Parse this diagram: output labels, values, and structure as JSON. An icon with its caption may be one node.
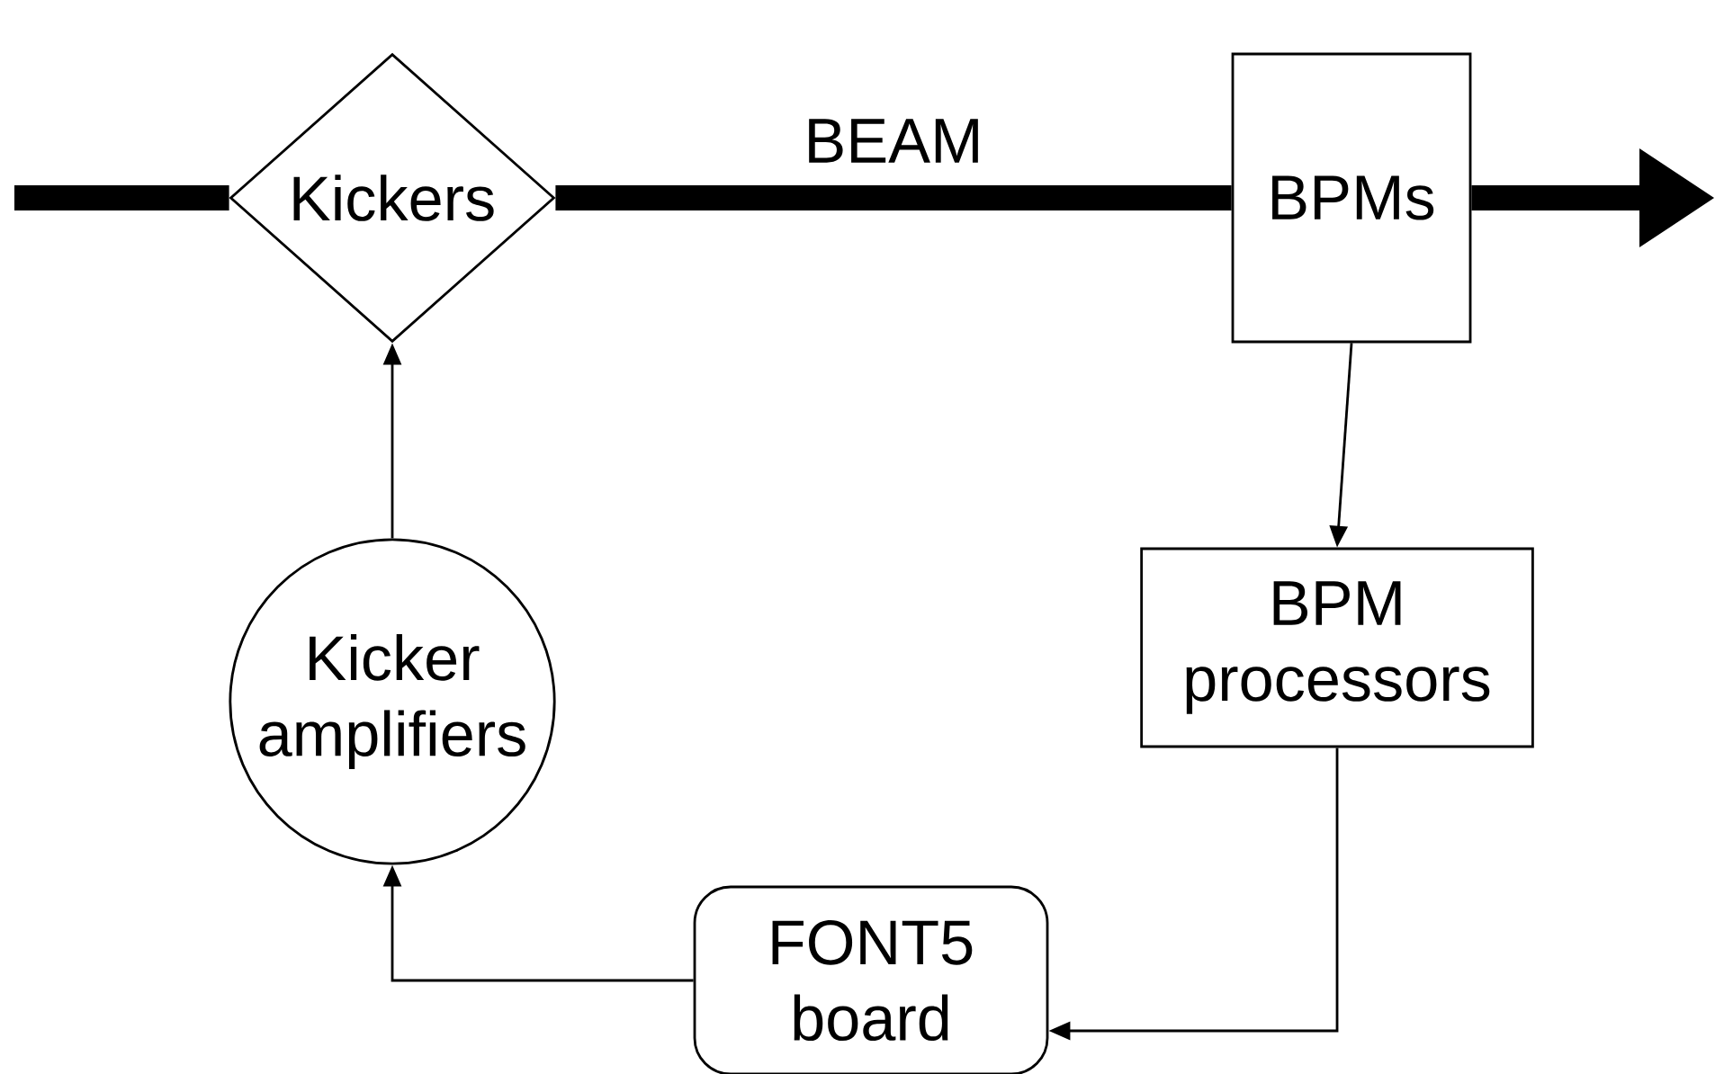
{
  "diagram": {
    "nodes": [
      {
        "text": [
          "Kickers"
        ]
      },
      {
        "text": [
          "BPMs"
        ]
      },
      {
        "text": [
          "BPM processors"
        ]
      },
      {
        "text": [
          "FONT5 board"
        ]
      },
      {
        "text": [
          "Kicker amplifiers"
        ]
      }
    ],
    "edges": [
      {
        "from": null,
        "to": 0,
        "arrow": "none",
        "style": "thick"
      },
      {
        "from": 0,
        "to": 1,
        "arrow": "none",
        "style": "thick",
        "label": "BEAM"
      },
      {
        "from": 1,
        "to": null,
        "arrow": "to",
        "style": "thick"
      },
      {
        "from": 1,
        "to": 2,
        "arrow": "to"
      },
      {
        "from": 2,
        "to": 3,
        "arrow": "to"
      },
      {
        "from": 3,
        "to": 4,
        "arrow": "to"
      },
      {
        "from": 4,
        "to": 0,
        "arrow": "to"
      }
    ]
  }
}
